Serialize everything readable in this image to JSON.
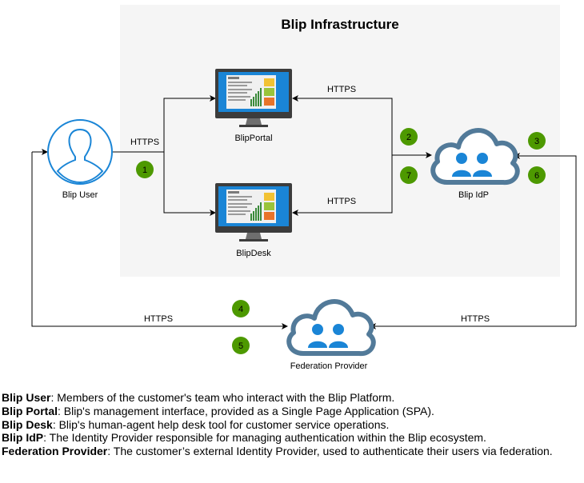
{
  "infrastructure": {
    "title": "Blip Infrastructure"
  },
  "nodes": {
    "user": {
      "label": "Blip User"
    },
    "portal": {
      "label": "BlipPortal"
    },
    "desk": {
      "label": "BlipDesk"
    },
    "idp": {
      "label": "Blip IdP"
    },
    "federation": {
      "label": "Federation Provider"
    }
  },
  "connections": {
    "user_to_apps": "HTTPS",
    "idp_to_portal": "HTTPS",
    "idp_to_desk": "HTTPS",
    "user_to_federation": "HTTPS",
    "idp_to_federation": "HTTPS"
  },
  "steps": [
    "1",
    "2",
    "3",
    "4",
    "5",
    "6",
    "7"
  ],
  "colors": {
    "step_badge": "#4d9900",
    "infra_background": "#f5f5f5",
    "user_icon": "#1a85d6",
    "cloud_outline": "#527a99",
    "cloud_people": "#1a85d6",
    "monitor_screen": "#1a85d6",
    "monitor_frame": "#3c3c3c"
  },
  "legend": [
    {
      "term": "Blip User",
      "text": ": Members of the customer's team who interact with the Blip Platform."
    },
    {
      "term": "Blip Portal",
      "text": ": Blip's management interface, provided as a Single Page Application (SPA)."
    },
    {
      "term": "Blip Desk",
      "text": ": Blip's human-agent help desk tool for customer service operations."
    },
    {
      "term": "Blip IdP",
      "text": ": The Identity Provider responsible for managing authentication within the Blip ecosystem."
    },
    {
      "term": "Federation Provider",
      "text": ": The customer’s external Identity Provider, used to authenticate their users via federation."
    }
  ]
}
